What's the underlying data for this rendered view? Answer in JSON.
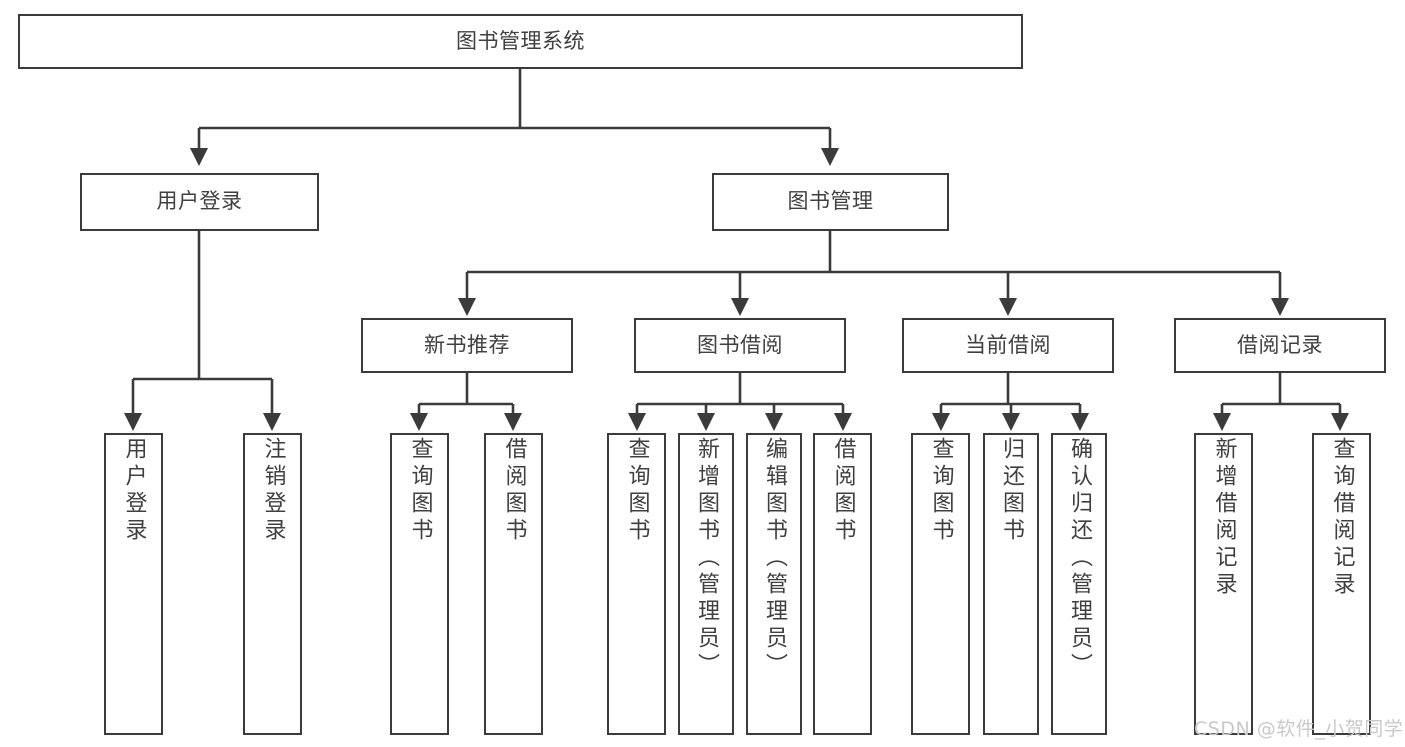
{
  "diagram": {
    "title": "图书管理系统",
    "type": "hierarchy-tree",
    "colors": {
      "box_border": "#3b3b3b",
      "box_fill": "#ffffff",
      "text": "#404040",
      "connector": "#3b3b3b",
      "watermark": "#c9c9c9",
      "background": "#ffffff"
    },
    "nodes": {
      "root": {
        "label": "图书管理系统"
      },
      "level1": [
        {
          "label": "用户登录"
        },
        {
          "label": "图书管理"
        }
      ],
      "level2": [
        {
          "label": "新书推荐"
        },
        {
          "label": "图书借阅"
        },
        {
          "label": "当前借阅"
        },
        {
          "label": "借阅记录"
        }
      ],
      "leaves": [
        {
          "label": "用户登录",
          "parent": "用户登录"
        },
        {
          "label": "注销登录",
          "parent": "用户登录"
        },
        {
          "label": "查询图书",
          "parent": "新书推荐"
        },
        {
          "label": "借阅图书",
          "parent": "新书推荐"
        },
        {
          "label": "查询图书",
          "parent": "图书借阅"
        },
        {
          "label": "新增图书（管理员）",
          "parent": "图书借阅"
        },
        {
          "label": "编辑图书（管理员）",
          "parent": "图书借阅"
        },
        {
          "label": "借阅图书",
          "parent": "图书借阅"
        },
        {
          "label": "查询图书",
          "parent": "当前借阅"
        },
        {
          "label": "归还图书",
          "parent": "当前借阅"
        },
        {
          "label": "确认归还（管理员）",
          "parent": "当前借阅"
        },
        {
          "label": "新增借阅记录",
          "parent": "借阅记录"
        },
        {
          "label": "查询借阅记录",
          "parent": "借阅记录"
        }
      ]
    },
    "watermark": "CSDN @软件_小贺同学"
  }
}
